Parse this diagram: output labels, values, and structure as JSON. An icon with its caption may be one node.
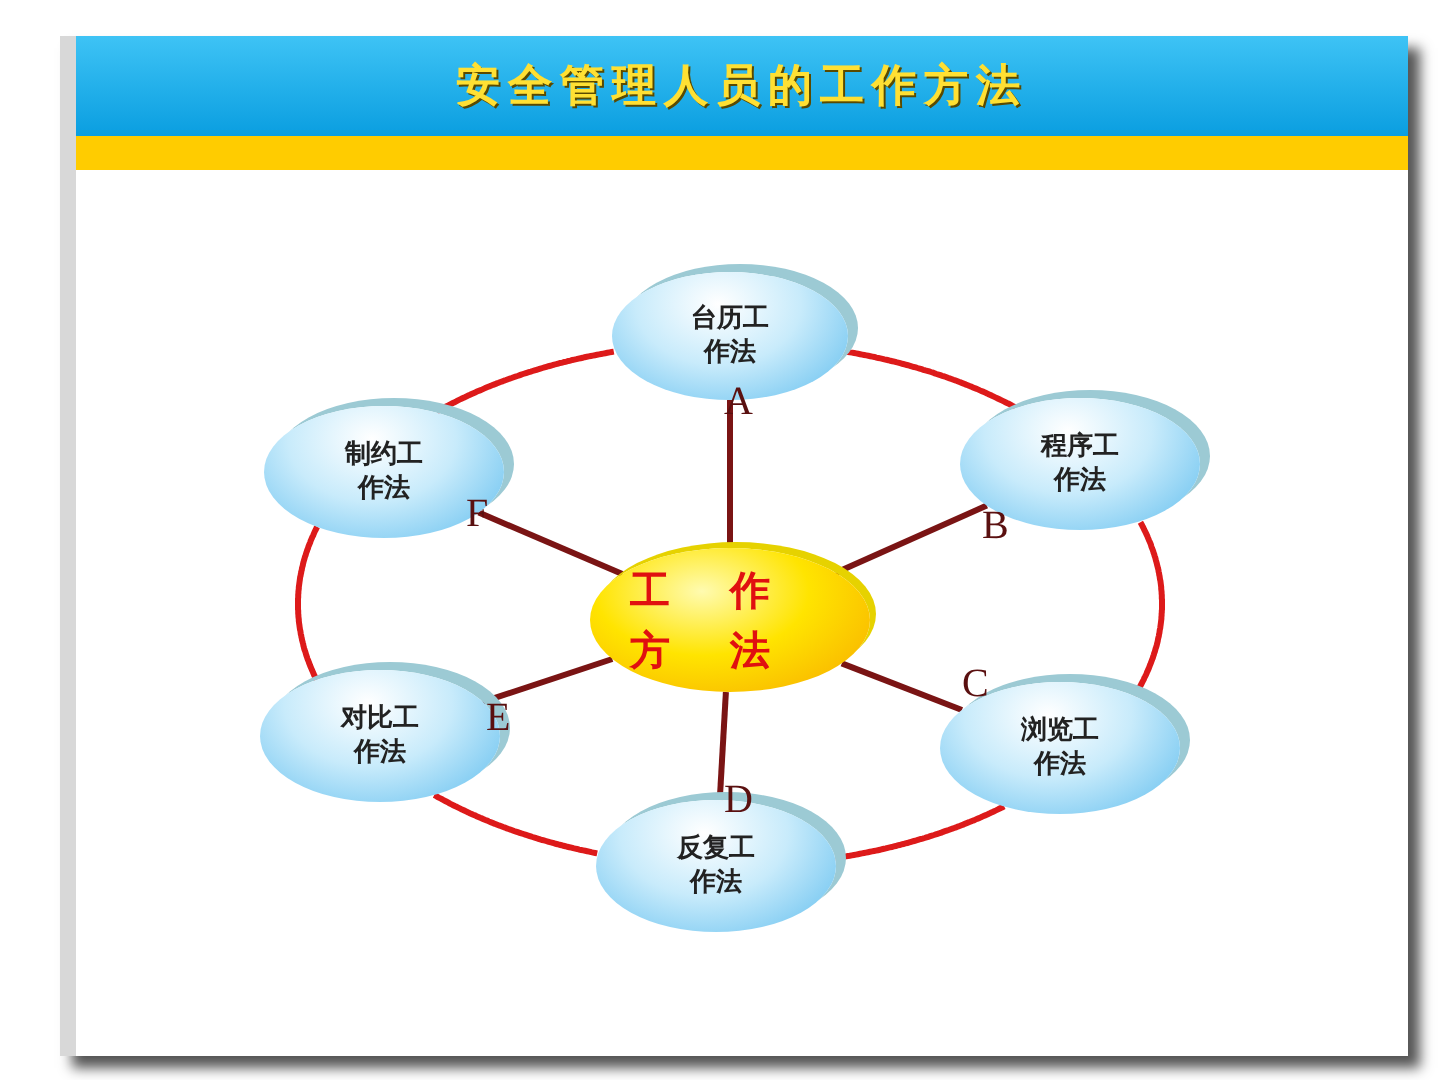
{
  "diagram": {
    "title": "安全管理人员的工作方法",
    "nodes": [
      {
        "text": [
          "工作方法"
        ]
      },
      {
        "text": [
          "台历工作法"
        ]
      },
      {
        "text": [
          "程序工作法"
        ]
      },
      {
        "text": [
          "浏览工作法"
        ]
      },
      {
        "text": [
          "反复工作法"
        ]
      },
      {
        "text": [
          "对比工作法"
        ]
      },
      {
        "text": [
          "制约工作法"
        ]
      }
    ],
    "edges": [
      {
        "from": 0,
        "to": 1,
        "arrow": "none",
        "color": "#7a1414"
      },
      {
        "from": 0,
        "to": 2,
        "arrow": "none",
        "color": "#7a1414"
      },
      {
        "from": 0,
        "to": 3,
        "arrow": "none",
        "color": "#7a1414"
      },
      {
        "from": 0,
        "to": 4,
        "arrow": "none",
        "color": "#7a1414"
      },
      {
        "from": 0,
        "to": 5,
        "arrow": "none",
        "color": "#7a1414"
      },
      {
        "from": 0,
        "to": 6,
        "arrow": "none",
        "color": "#7a1414"
      },
      {
        "from": 1,
        "to": 2,
        "arrow": "none",
        "color": "#dd1a1a"
      },
      {
        "from": 2,
        "to": 3,
        "arrow": "none",
        "color": "#dd1a1a"
      },
      {
        "from": 3,
        "to": 4,
        "arrow": "none",
        "color": "#dd1a1a"
      },
      {
        "from": 4,
        "to": 5,
        "arrow": "none",
        "color": "#dd1a1a"
      },
      {
        "from": 5,
        "to": 6,
        "arrow": "none",
        "color": "#dd1a1a"
      },
      {
        "from": 6,
        "to": 1,
        "arrow": "none",
        "color": "#dd1a1a"
      }
    ],
    "labels": [
      "A",
      "B",
      "C",
      "D",
      "E",
      "F"
    ]
  }
}
